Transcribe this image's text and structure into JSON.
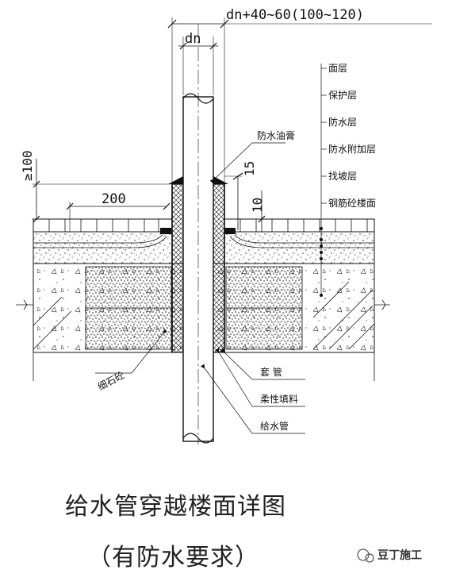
{
  "dimensions": {
    "top_total": "dn+40~60(100~120)",
    "pipe_dn": "dn",
    "height_left": "≥100",
    "width_200": "200",
    "dim_15": "15",
    "dim_10": "10"
  },
  "layer_labels": [
    "面层",
    "保护层",
    "防水层",
    "防水附加层",
    "找坡层",
    "钢筋砼楼面"
  ],
  "callouts": {
    "waterproof_paste": "防水油膏",
    "fine_concrete": "细石砼",
    "sleeve": "套 管",
    "flexible_filler": "柔性填料",
    "water_pipe": "给水管"
  },
  "title": "给水管穿越楼面详图",
  "subtitle": "（有防水要求）",
  "watermark": "豆丁施工",
  "colors": {
    "line": "#111111",
    "background": "#ffffff",
    "fill_dark": "#222222"
  }
}
